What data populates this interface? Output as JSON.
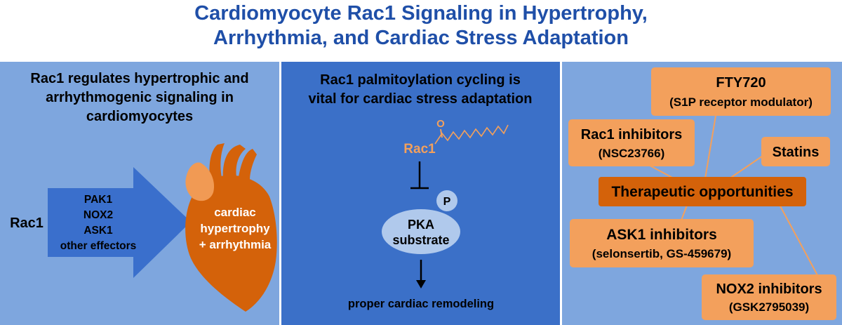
{
  "title": {
    "line1": "Cardiomyocyte Rac1 Signaling in Hypertrophy,",
    "line2": "Arrhythmia, and Cardiac Stress Adaptation"
  },
  "panel_left": {
    "heading1": "Rac1 regulates hypertrophic and",
    "heading2": "arrhythmogenic signaling in",
    "heading3": "cardiomyocytes",
    "rac1_label": "Rac1",
    "effectors": [
      "PAK1",
      "NOX2",
      "ASK1",
      "other effectors"
    ],
    "outcome": [
      "cardiac",
      "hypertrophy",
      "+ arrhythmia"
    ]
  },
  "panel_middle": {
    "heading1": "Rac1 palmitoylation cycling is",
    "heading2": "vital for cardiac stress adaptation",
    "palmitoyl_o": "O",
    "rac1_label": "Rac1",
    "phospho": "P",
    "substrate1": "PKA",
    "substrate2": "substrate",
    "outcome": "proper cardiac remodeling"
  },
  "panel_right": {
    "center": "Therapeutic opportunities",
    "fty_title": "FTY720",
    "fty_sub": "(S1P receptor modulator)",
    "rac1_title": "Rac1 inhibitors",
    "rac1_sub": "(NSC23766)",
    "statins": "Statins",
    "ask1_title": "ASK1 inhibitors",
    "ask1_sub": "(selonsertib, GS-459679)",
    "nox2_title": "NOX2 inhibitors",
    "nox2_sub": "(GSK2795039)"
  },
  "colors": {
    "title_blue": "#1f4fa8",
    "panel_light": "#7ea6de",
    "panel_dark": "#3b70c8",
    "arrow_blue": "#3a6fcc",
    "heart": "#d4620a",
    "orange": "#f3a05c",
    "orange_dark": "#d4620a",
    "ellipse": "#b0c9ec"
  }
}
